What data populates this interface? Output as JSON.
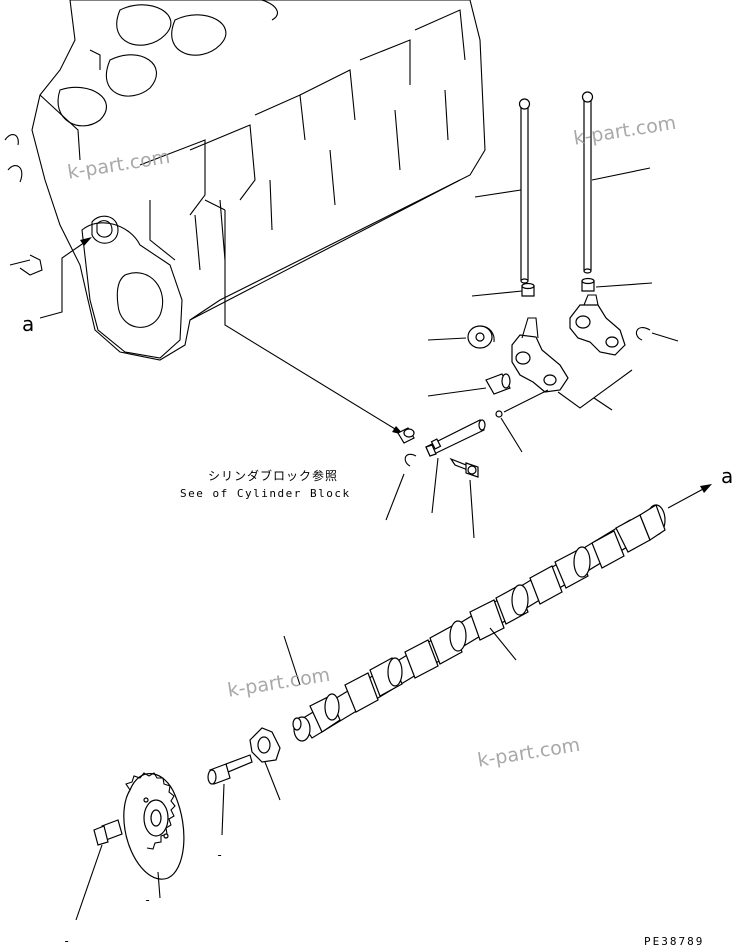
{
  "diagram": {
    "drawing_number": "PE38789",
    "label_a_left": "a",
    "label_a_right": "a",
    "reference_jp": "シリンダブロック参照",
    "reference_en": "See of Cylinder Block",
    "dash_label_1": "-",
    "dash_label_2": "-",
    "dash_label_3": "-",
    "watermarks": [
      "k-part.com",
      "k-part.com",
      "k-part.com",
      "k-part.com"
    ]
  }
}
